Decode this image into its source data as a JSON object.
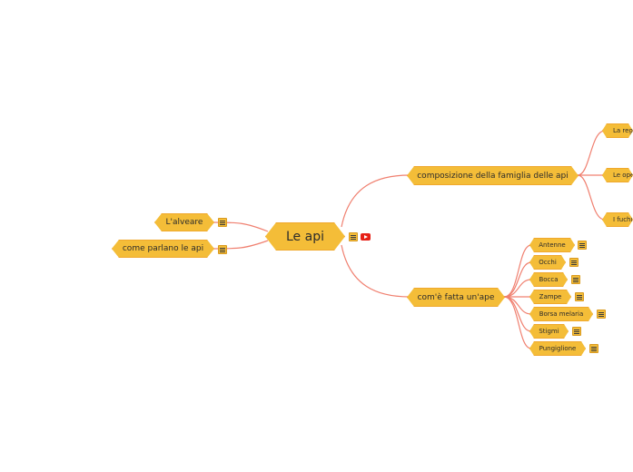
{
  "map": {
    "root": {
      "label": "Le api",
      "icons": [
        "notes-icon",
        "youtube-icon"
      ]
    },
    "left": [
      {
        "label": "L'alveare",
        "icon": "notes-icon"
      },
      {
        "label": "come parlano le api",
        "icon": "notes-icon"
      }
    ],
    "right": [
      {
        "label": "composizione della famiglia delle api",
        "children": [
          {
            "label": "La reg"
          },
          {
            "label": "Le ope"
          },
          {
            "label": "I fuchi"
          }
        ]
      },
      {
        "label": "com'è fatta un'ape",
        "children": [
          {
            "label": "Antenne",
            "icon": "notes-icon"
          },
          {
            "label": "Occhi",
            "icon": "notes-icon"
          },
          {
            "label": "Bocca",
            "icon": "notes-icon"
          },
          {
            "label": "Zampe",
            "icon": "notes-icon"
          },
          {
            "label": "Borsa melaria",
            "icon": "notes-icon"
          },
          {
            "label": "Stigmi",
            "icon": "notes-icon"
          },
          {
            "label": "Pungiglione",
            "icon": "notes-icon"
          }
        ]
      }
    ]
  },
  "colors": {
    "node_fill": "#f4bd38",
    "node_border": "#f0a82c",
    "connector": "#f08070",
    "youtube": "#e62117"
  }
}
